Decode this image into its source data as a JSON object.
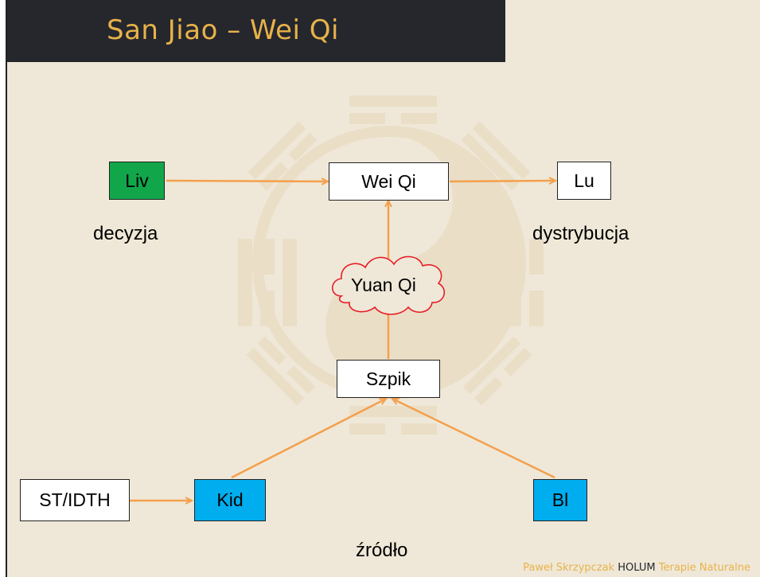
{
  "title": "San Jiao – Wei Qi",
  "nodes": {
    "liv": "Liv",
    "wei_qi": "Wei Qi",
    "lu": "Lu",
    "yuan_qi": "Yuan Qi",
    "szpik": "Szpik",
    "st_idth": "ST/IDTH",
    "kid": "Kid",
    "bl": "Bl"
  },
  "labels": {
    "decyzja": "decyzja",
    "dystrybucja": "dystrybucja",
    "zrodlo": "źródło"
  },
  "footer": {
    "author": "Paweł Skrzypczak",
    "brand": "HOLUM",
    "tagline": "Terapie Naturalne"
  },
  "colors": {
    "title_bg": "#25272D",
    "title_text": "#E8B24A",
    "background": "#EFE8D8",
    "arrow": "#F4A04C",
    "liv_fill": "#12A64B",
    "kid_fill": "#00AEEF",
    "bl_fill": "#00AEEF",
    "cloud_stroke": "#E81E25"
  },
  "icons": [
    "yin-yang-watermark",
    "bagua-trigrams-watermark",
    "cloud-shape"
  ]
}
